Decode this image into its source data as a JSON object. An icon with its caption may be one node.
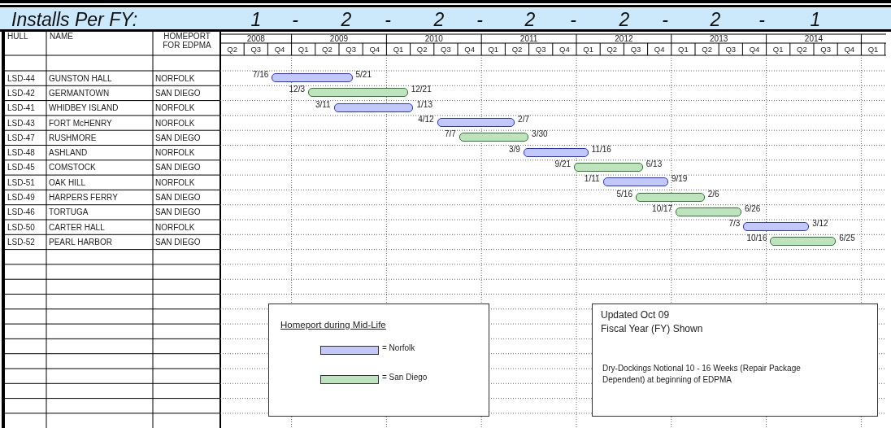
{
  "diagram": {
    "title": "Installs Per FY:",
    "nodes": [
      {
        "text": [],
        "shape": "bar",
        "beside": [
          "7/16",
          "5/21"
        ]
      },
      {
        "text": [],
        "shape": "bar",
        "beside": [
          "12/3",
          "12/21"
        ]
      },
      {
        "text": [],
        "shape": "bar",
        "beside": [
          "3/11",
          "1/13"
        ]
      },
      {
        "text": [],
        "shape": "bar",
        "beside": [
          "4/12",
          "2/7"
        ]
      },
      {
        "text": [],
        "shape": "bar",
        "beside": [
          "7/7",
          "3/30"
        ]
      },
      {
        "text": [],
        "shape": "bar",
        "beside": [
          "3/9",
          "11/16"
        ]
      },
      {
        "text": [],
        "shape": "bar",
        "beside": [
          "9/21",
          "6/13"
        ]
      },
      {
        "text": [],
        "shape": "bar",
        "beside": [
          "1/11",
          "9/19"
        ]
      },
      {
        "text": [],
        "shape": "bar",
        "beside": [
          "5/16",
          "2/6"
        ]
      },
      {
        "text": [],
        "shape": "bar",
        "beside": [
          "10/17",
          "6/26"
        ]
      },
      {
        "text": [],
        "shape": "bar",
        "beside": [
          "7/3",
          "3/12"
        ]
      },
      {
        "text": [],
        "shape": "bar",
        "beside": [
          "10/16",
          "6/25"
        ]
      }
    ],
    "labels": [
      "1",
      "-",
      "2",
      "-",
      "2",
      "-",
      "2",
      "-",
      "2",
      "-",
      "2",
      "-",
      "1",
      "HULL",
      "NAME",
      "HOMEPORT FOR EDPMA",
      "2008",
      "2009",
      "2010",
      "2011",
      "2012",
      "2013",
      "2014",
      "Q2",
      "Q3",
      "Q4",
      "Q1",
      "Q2",
      "Q3",
      "Q4",
      "Q1",
      "Q2",
      "Q3",
      "Q4",
      "Q1",
      "Q2",
      "Q3",
      "Q4",
      "Q1",
      "Q2",
      "Q3",
      "Q4",
      "Q1",
      "Q2",
      "Q3",
      "Q4",
      "Q1",
      "Q2",
      "Q3",
      "Q4",
      "Q1",
      "LSD-44",
      "GUNSTON HALL",
      "NORFOLK",
      "LSD-42",
      "GERMANTOWN",
      "SAN DIEGO",
      "LSD-41",
      "WHIDBEY ISLAND",
      "NORFOLK",
      "LSD-43",
      "FORT McHENRY",
      "NORFOLK",
      "LSD-47",
      "RUSHMORE",
      "SAN DIEGO",
      "LSD-48",
      "ASHLAND",
      "NORFOLK",
      "LSD-45",
      "COMSTOCK",
      "SAN DIEGO",
      "LSD-51",
      "OAK HILL",
      "NORFOLK",
      "LSD-49",
      "HARPERS FERRY",
      "SAN DIEGO",
      "LSD-46",
      "TORTUGA",
      "SAN DIEGO",
      "LSD-50",
      "CARTER HALL",
      "NORFOLK",
      "LSD-52",
      "PEARL HARBOR",
      "SAN DIEGO",
      "Homeport during Mid-Life",
      "Updated Oct 09",
      "Fiscal Year (FY) Shown",
      "Dry-Dockings Notional 10 - 16 Weeks (Repair Package Dependent) at beginning of EDPMA"
    ],
    "legend": [
      {
        "text": "= Norfolk",
        "color": "#c4c8f8"
      },
      {
        "text": "= San Diego",
        "color": "#bfe3bf"
      }
    ]
  }
}
